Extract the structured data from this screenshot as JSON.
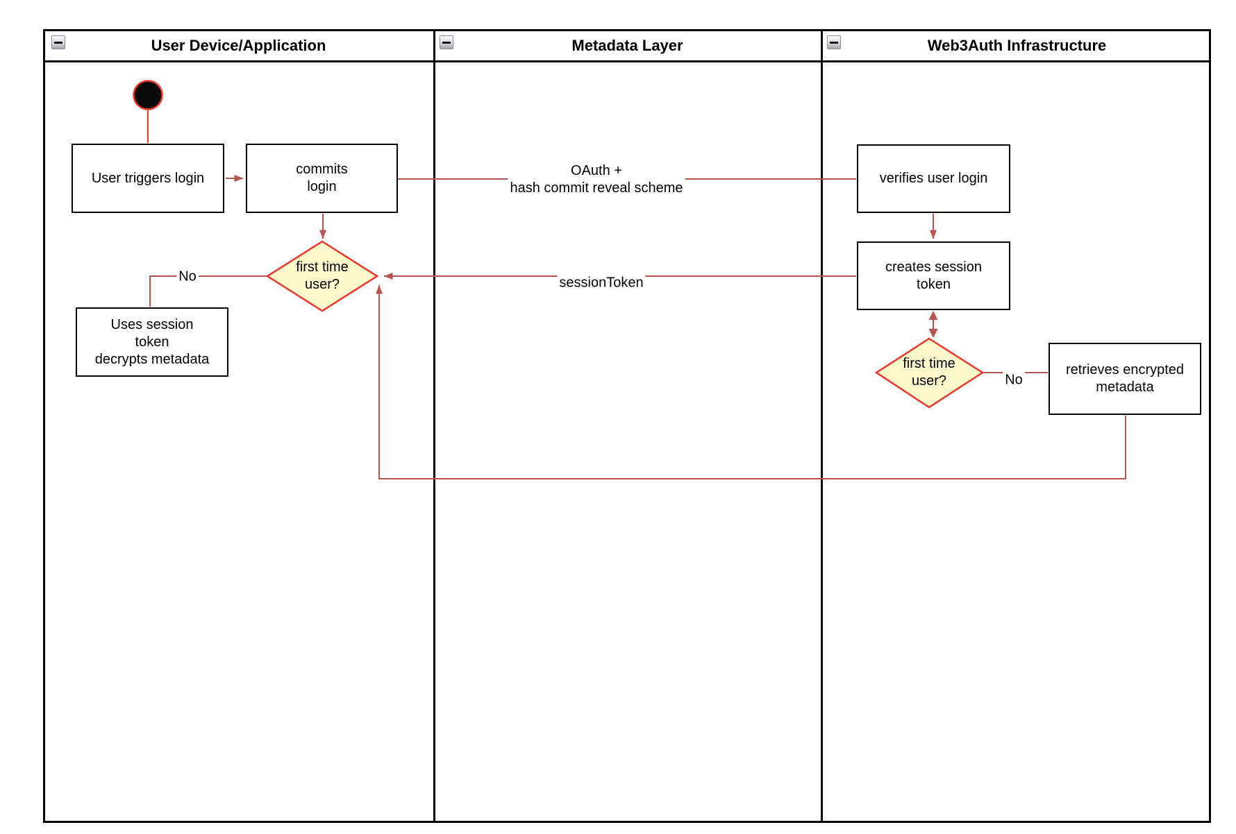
{
  "lanes": [
    {
      "id": "user-device",
      "title": "User Device/Application"
    },
    {
      "id": "metadata-layer",
      "title": "Metadata Layer"
    },
    {
      "id": "web3auth-infrastructure",
      "title": "Web3Auth Infrastructure"
    }
  ],
  "nodes": {
    "start": {
      "type": "initial-node"
    },
    "user_triggers_login": {
      "text": "User triggers login"
    },
    "commits_login": {
      "text": "commits\nlogin"
    },
    "first_time_user_device": {
      "text": "first time\nuser?"
    },
    "uses_session_token": {
      "text": "Uses session\ntoken\ndecrypts metadata"
    },
    "verifies_user_login": {
      "text": "verifies user login"
    },
    "creates_session_token": {
      "text": "creates session\ntoken"
    },
    "first_time_user_infra": {
      "text": "first time\nuser?"
    },
    "retrieves_encrypted_metadata": {
      "text": "retrieves encrypted\nmetadata"
    }
  },
  "edge_labels": {
    "oauth": "OAuth +\nhash commit reveal scheme",
    "session_token": "sessionToken",
    "no_device": "No",
    "no_infra": "No"
  },
  "icons": {
    "collapse_lane": "minus-square"
  },
  "colors": {
    "connector": "#b85450",
    "accent_red": "#f13428",
    "decision_fill": "#fcf9cd",
    "node_fill": "#ffffff",
    "node_border": "#000000"
  }
}
